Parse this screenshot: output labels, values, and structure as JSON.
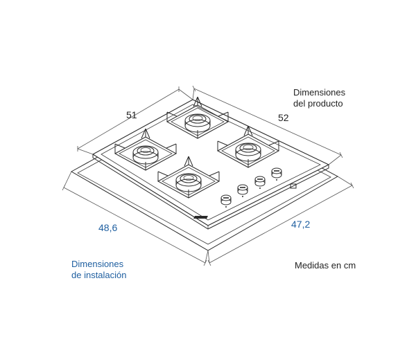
{
  "labels": {
    "product_dimensions_line1": "Dimensiones",
    "product_dimensions_line2": "del producto",
    "installation_dimensions_line1": "Dimensiones",
    "installation_dimensions_line2": "de instalación",
    "units_note": "Medidas en cm"
  },
  "dimensions": {
    "product_width": "51",
    "product_depth": "52",
    "installation_width": "48,6",
    "installation_depth": "47,2"
  },
  "colors": {
    "line": "#2a2a2a",
    "blue_label": "#1f5fa0",
    "text": "#222222"
  }
}
